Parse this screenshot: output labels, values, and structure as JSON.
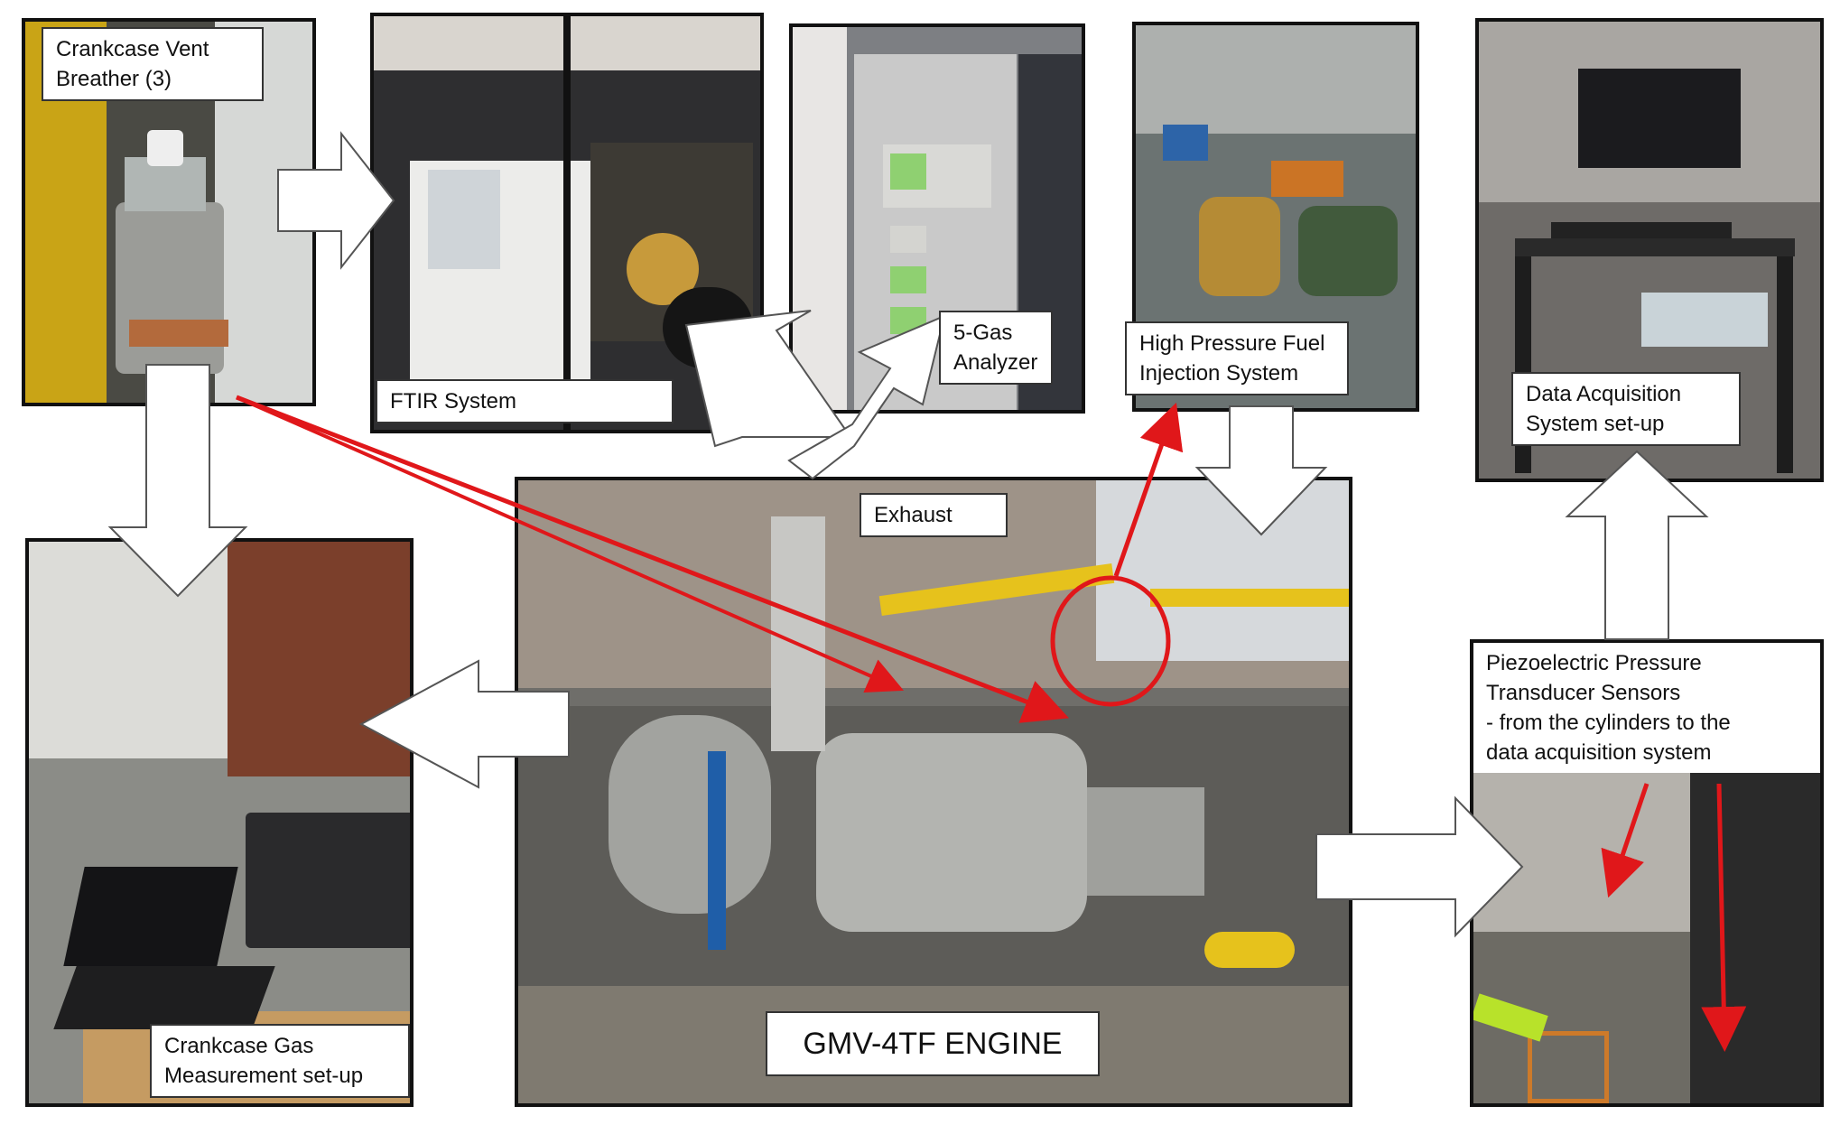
{
  "labels": {
    "crankcase_vent": "Crankcase Vent\nBreather (3)",
    "ftir": "FTIR System",
    "five_gas": "5-Gas\nAnalyzer",
    "high_pressure": "High Pressure Fuel\nInjection System",
    "daq": "Data Acquisition\nSystem set-up",
    "exhaust": "Exhaust",
    "engine": "GMV-4TF ENGINE",
    "piezo": "Piezoelectric Pressure\nTransducer Sensors\n- from the cylinders to the\ndata acquisition system",
    "crankcase_gas": "Crankcase Gas\nMeasurement set-up"
  },
  "colors": {
    "pointer_red": "#e0171a",
    "frame": "#111111",
    "arrow_fill": "#ffffff",
    "arrow_stroke": "#555555"
  }
}
